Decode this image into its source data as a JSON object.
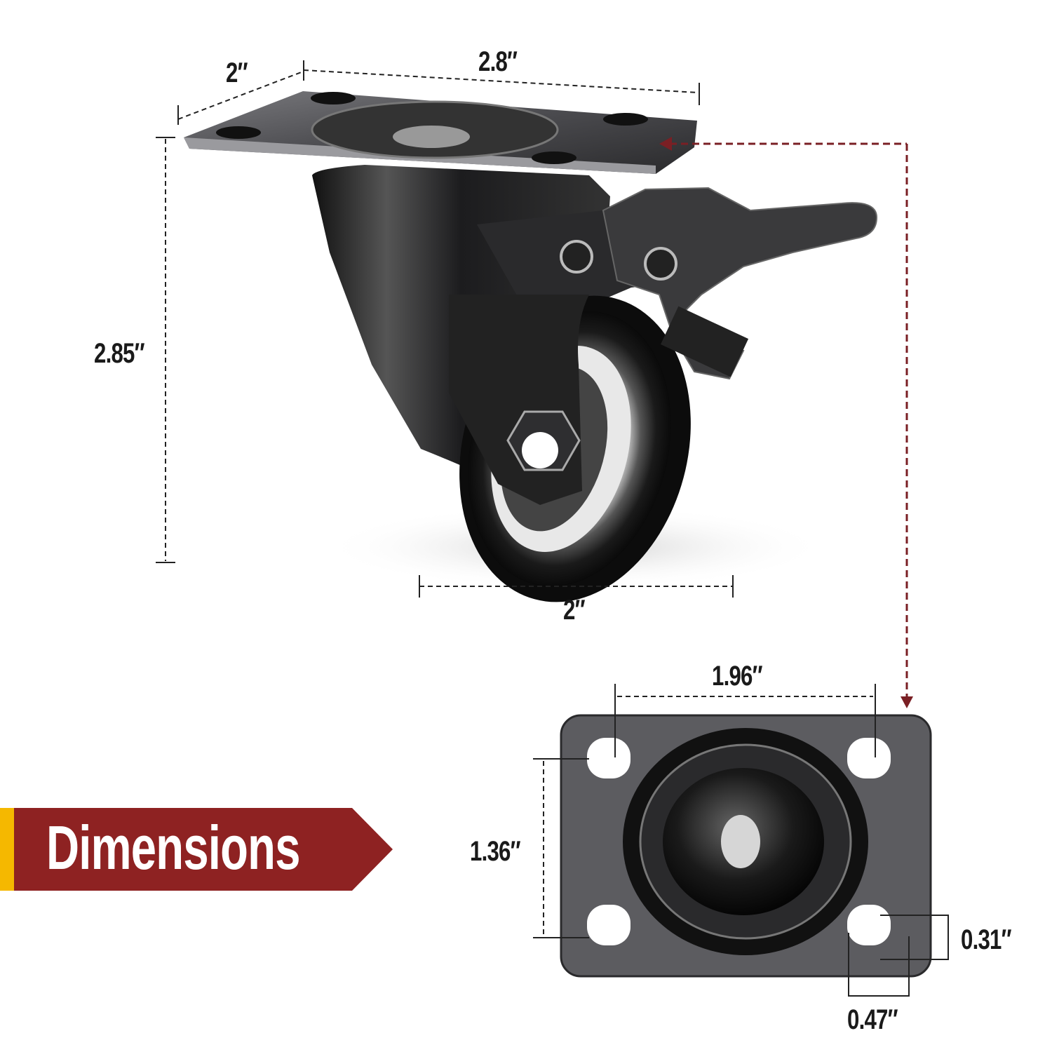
{
  "banner": {
    "label": "Dimensions",
    "fill": "#8e2222",
    "accent": "#f5b800"
  },
  "caster_3d": {
    "plate_depth": "2″",
    "plate_width": "2.8″",
    "overall_height": "2.85″",
    "wheel_diameter": "2″"
  },
  "top_plate": {
    "hole_spacing_x": "1.96″",
    "hole_spacing_y": "1.36″",
    "hole_height": "0.31″",
    "hole_width": "0.47″"
  },
  "colors": {
    "arrow": "#7a1f24",
    "text": "#1a1a1a",
    "metal": "#3a3a3c"
  }
}
